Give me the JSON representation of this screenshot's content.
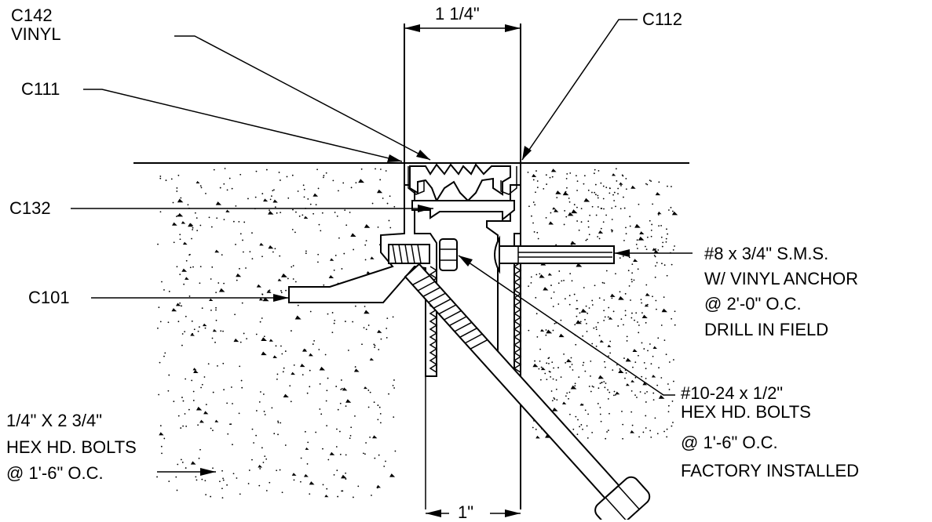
{
  "labels": {
    "c142": "C142",
    "vinyl": "VINYL",
    "c111": "C111",
    "c132": "C132",
    "c101": "C101",
    "c112": "C112",
    "dim_top": "1 1/4\"",
    "dim_bottom": "1\"",
    "sms": [
      "#8 x 3/4\" S.M.S.",
      "W/ VINYL ANCHOR",
      "@ 2'-0\" O.C.",
      "DRILL IN FIELD"
    ],
    "hexbolt_small": [
      "#10-24  x 1/2\"",
      "HEX HD. BOLTS",
      "@ 1'-6\" O.C.",
      "FACTORY INSTALLED"
    ],
    "hexbolt_large": [
      "1/4\" X 2 3/4\"",
      "HEX HD. BOLTS",
      "@ 1'-6\" O.C."
    ]
  },
  "colors": {
    "line": "#000000",
    "background": "#ffffff"
  }
}
